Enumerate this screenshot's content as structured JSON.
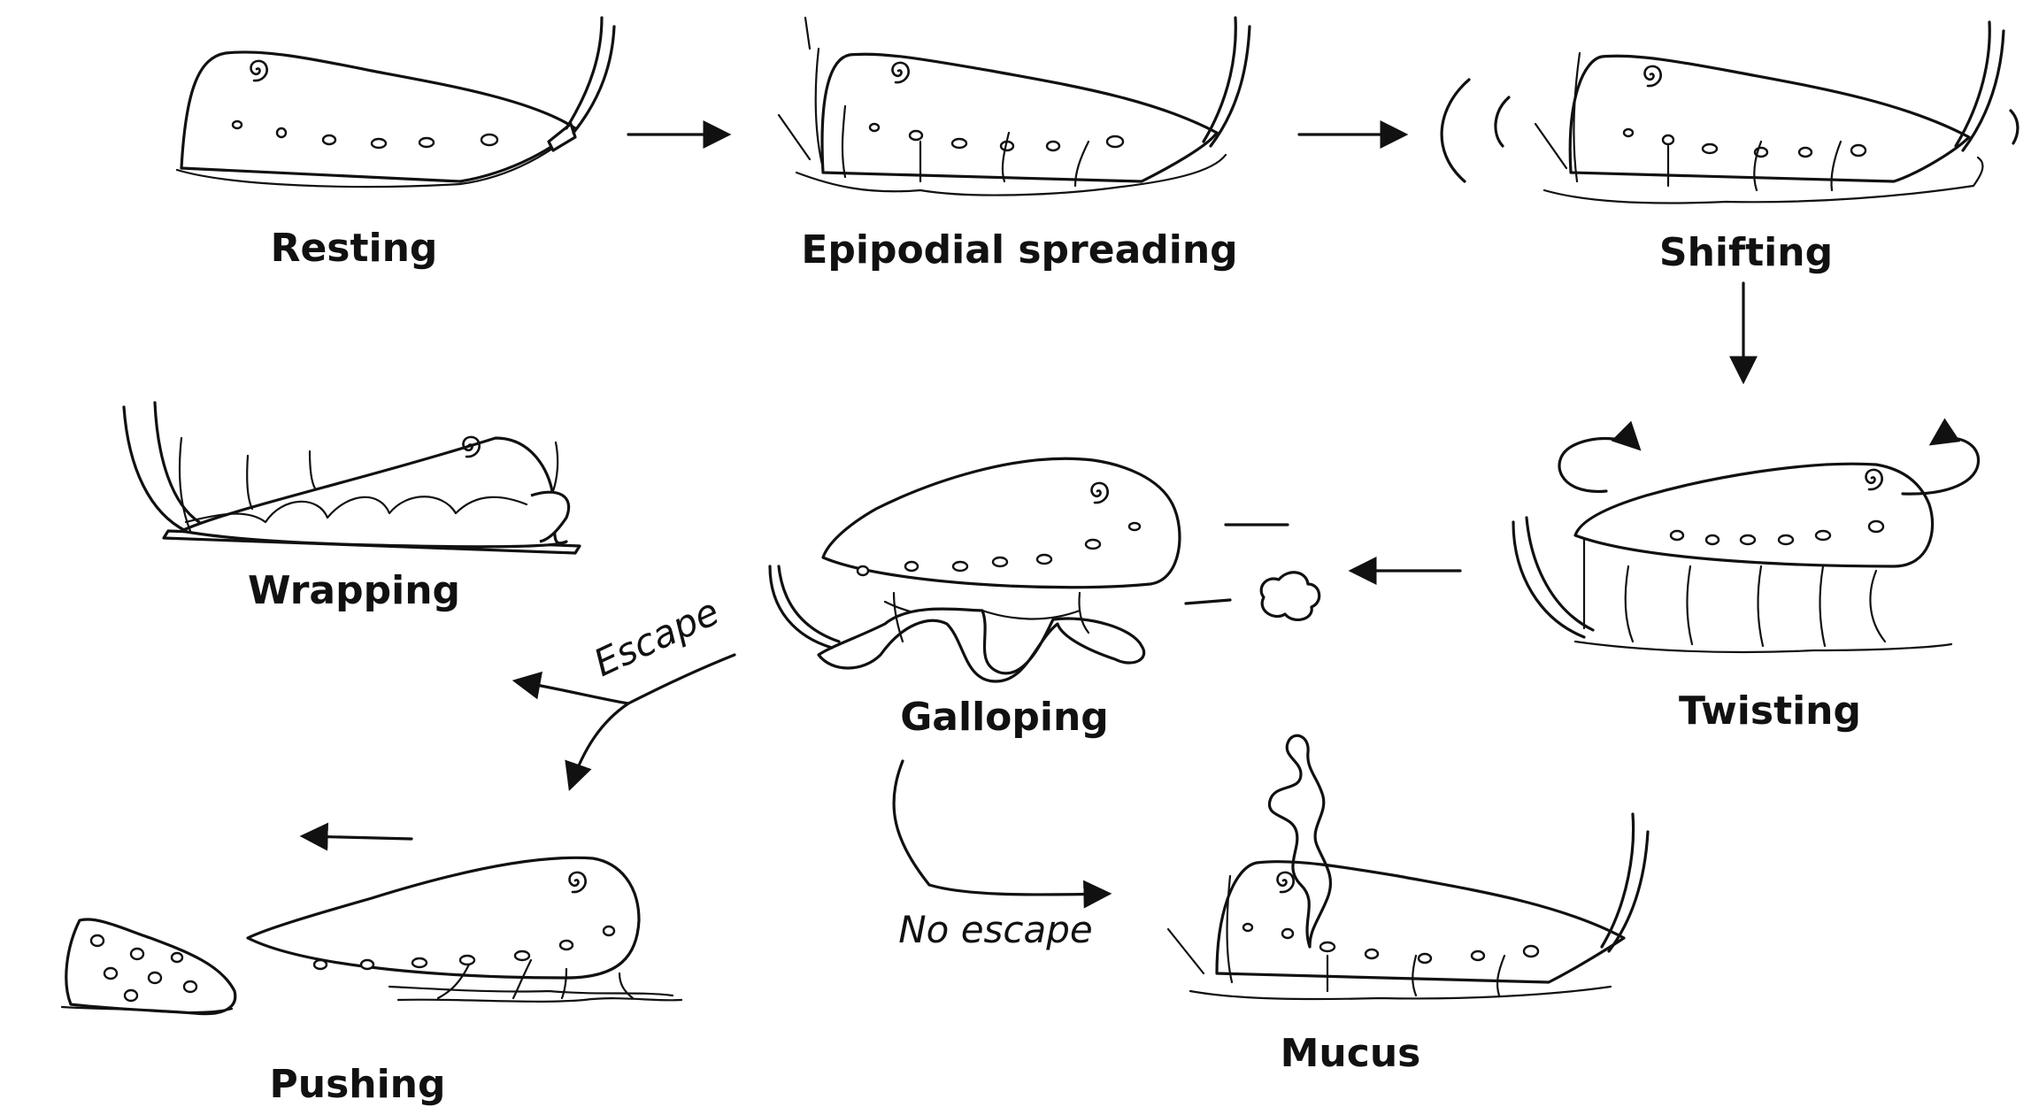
{
  "stages": {
    "resting": "Resting",
    "epipodial_spreading": "Epipodial spreading",
    "shifting": "Shifting",
    "twisting": "Twisting",
    "galloping": "Galloping",
    "wrapping": "Wrapping",
    "pushing": "Pushing",
    "mucus": "Mucus"
  },
  "branches": {
    "escape": "Escape",
    "no_escape": "No escape"
  }
}
